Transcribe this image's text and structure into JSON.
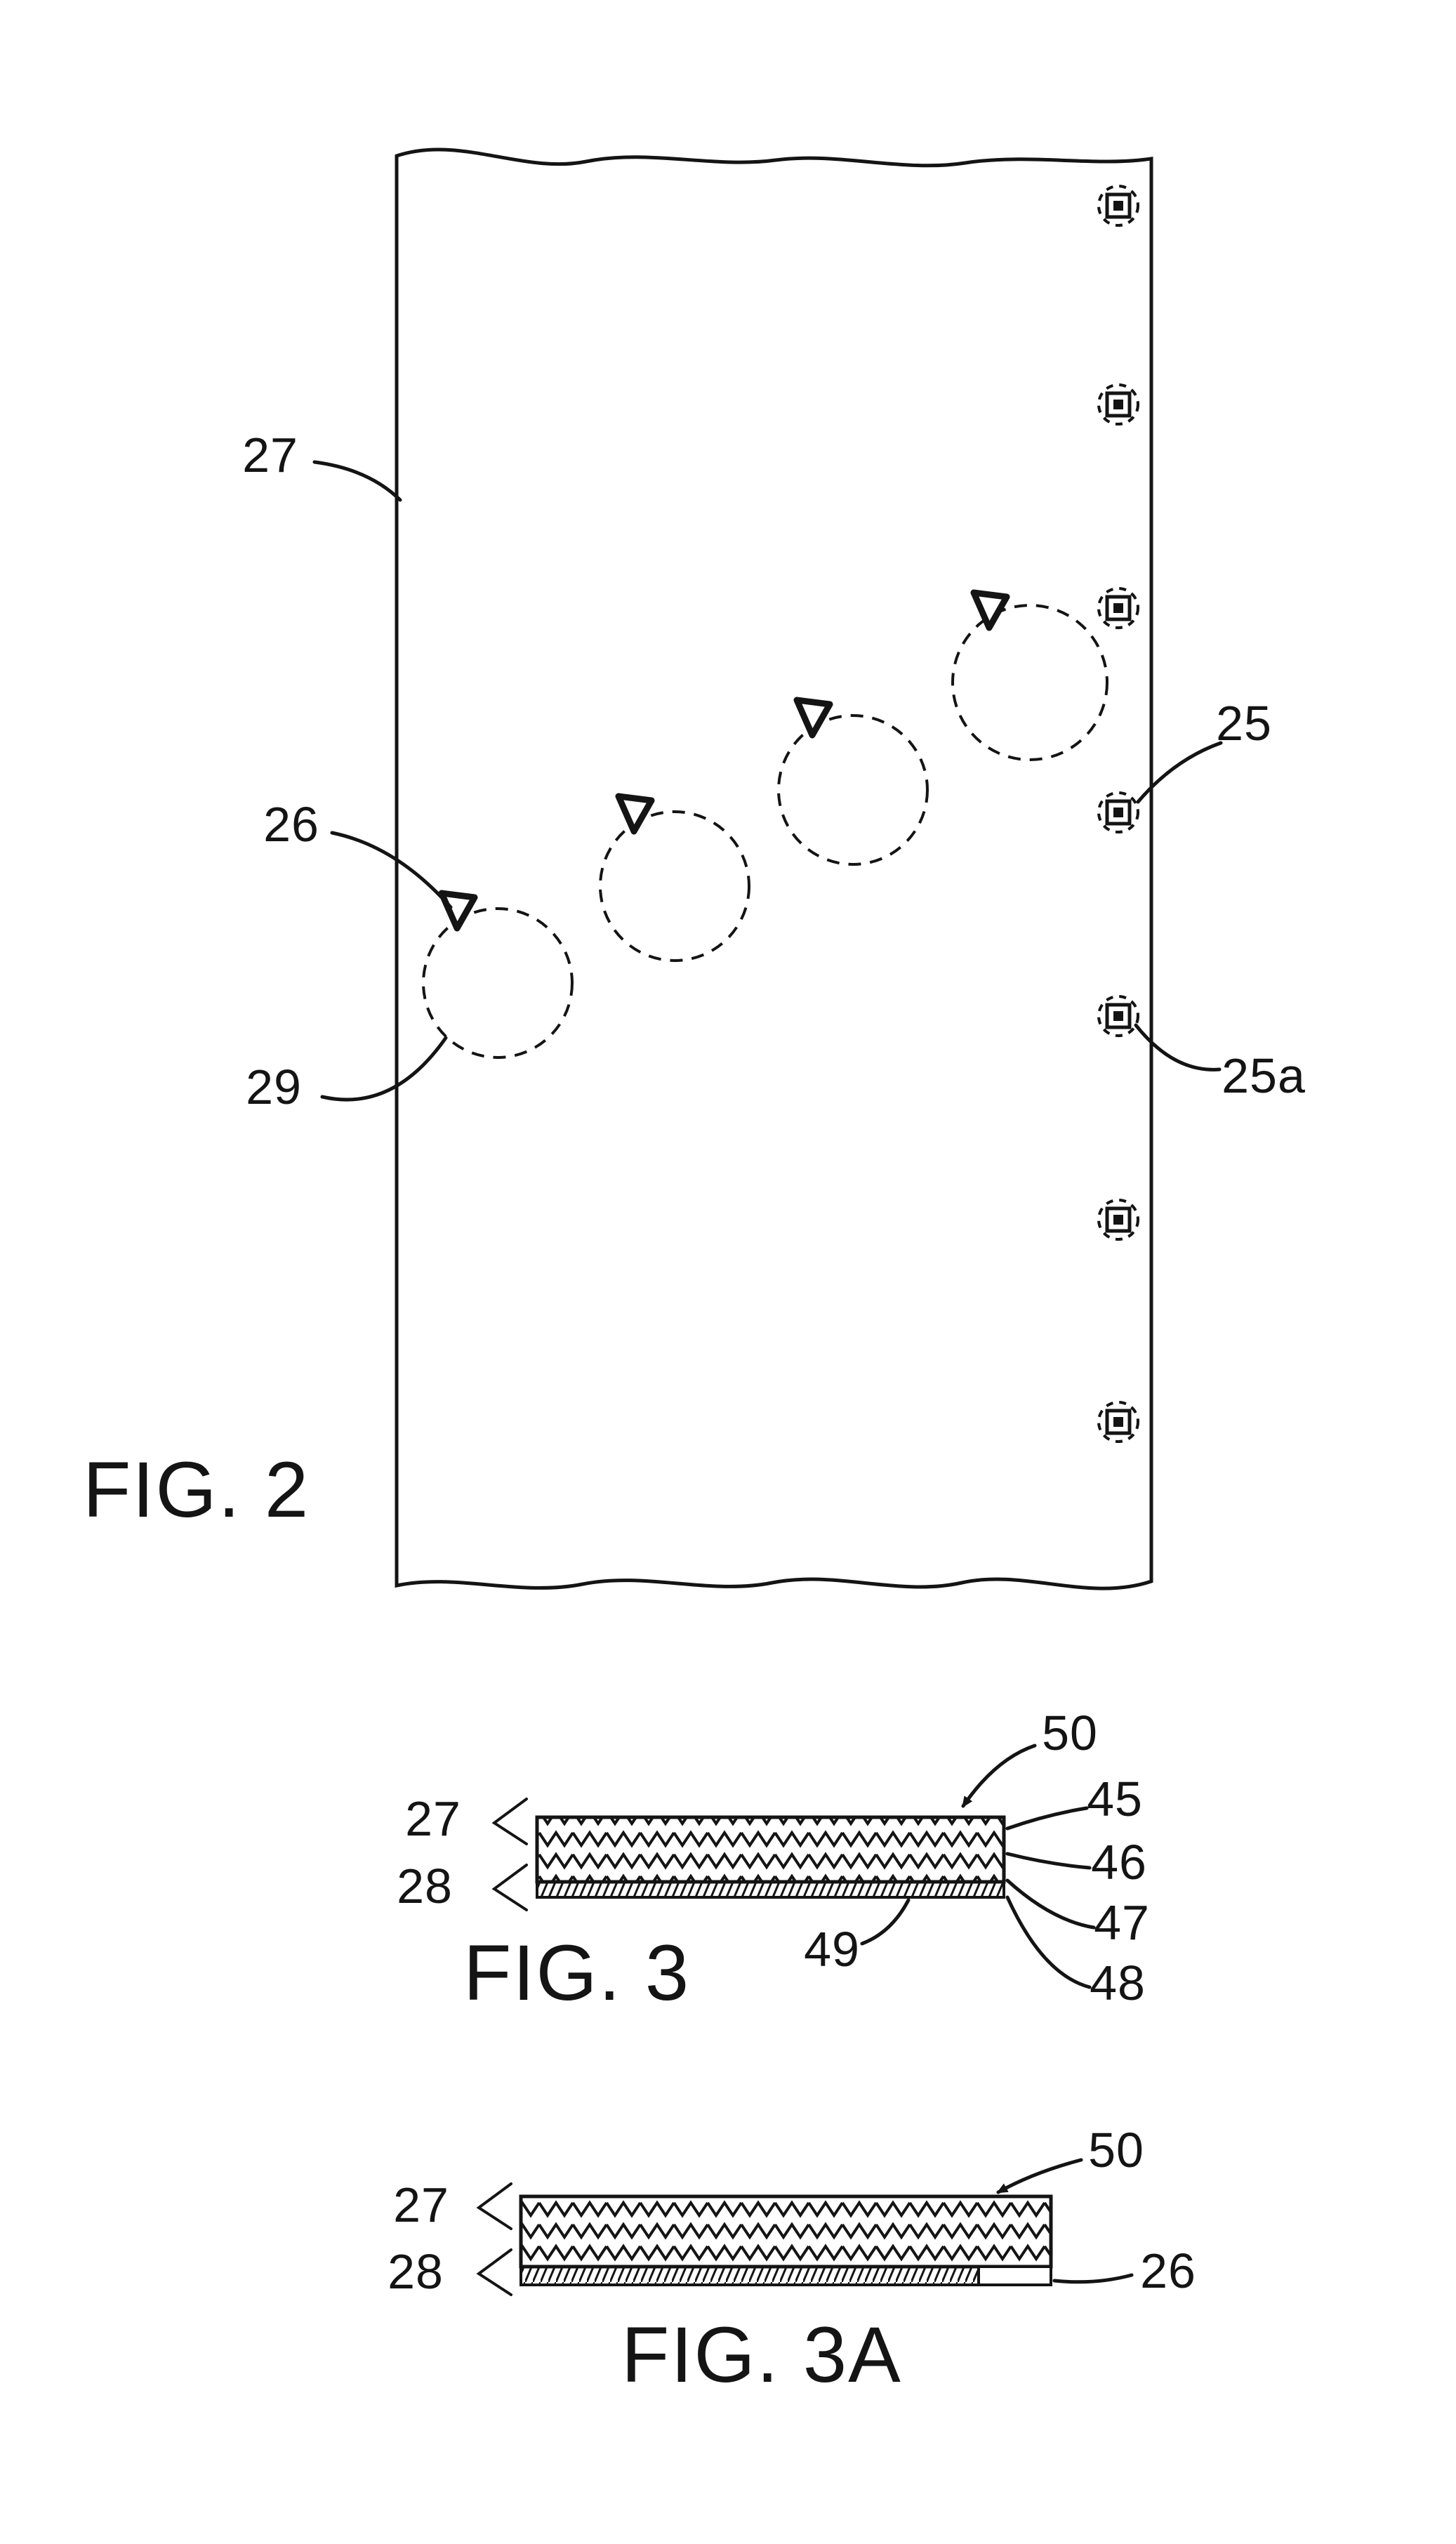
{
  "fig2": {
    "label": "FIG. 2",
    "refs": {
      "r27": "27",
      "r26": "26",
      "r29": "29",
      "r25": "25",
      "r25a": "25a"
    }
  },
  "fig3": {
    "label": "FIG. 3",
    "refs": {
      "r27": "27",
      "r28": "28",
      "r45": "45",
      "r46": "46",
      "r47": "47",
      "r48": "48",
      "r49": "49",
      "r50": "50"
    }
  },
  "fig3a": {
    "label": "FIG. 3A",
    "refs": {
      "r27": "27",
      "r28": "28",
      "r26": "26",
      "r50": "50"
    }
  }
}
